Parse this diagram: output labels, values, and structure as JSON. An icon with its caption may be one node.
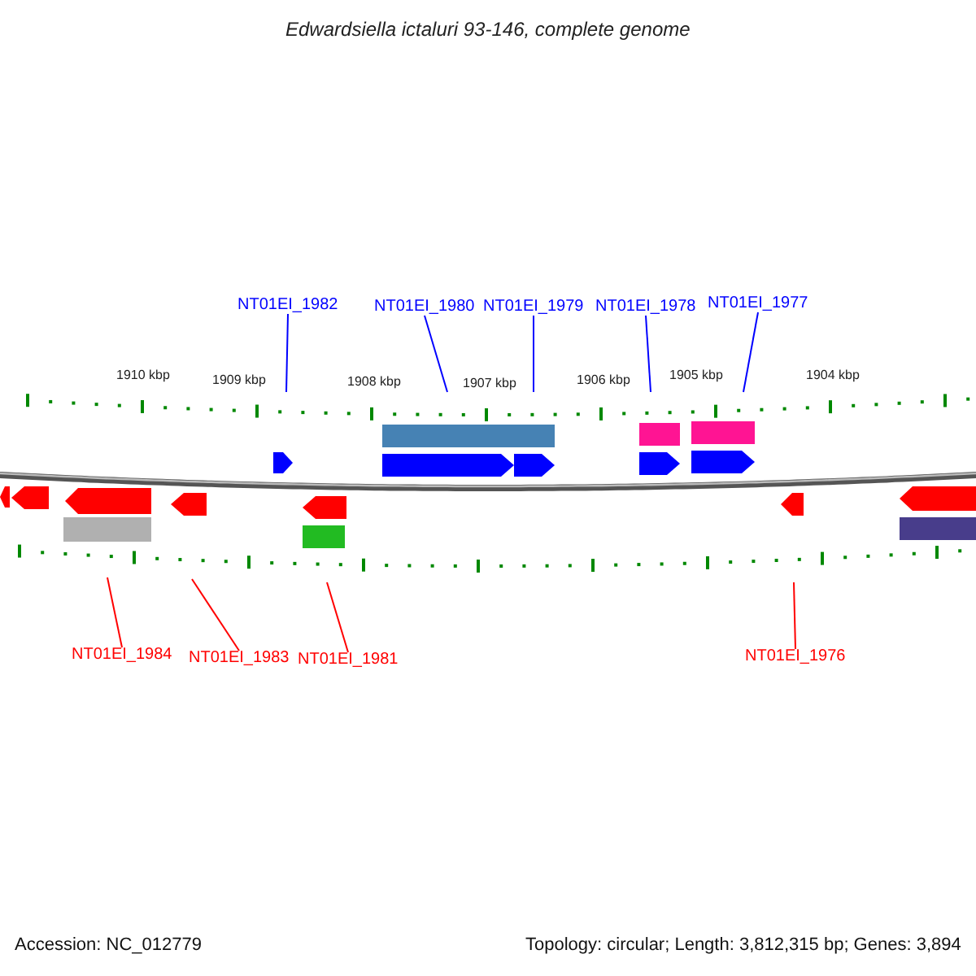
{
  "diagram": {
    "title": "Edwardsiella ictaluri 93-146, complete genome",
    "nodes": [
      {
        "text": [
          "NT01EI_1982"
        ]
      },
      {
        "text": [
          "NT01EI_1980"
        ]
      },
      {
        "text": [
          "NT01EI_1979"
        ]
      },
      {
        "text": [
          "NT01EI_1978"
        ]
      },
      {
        "text": [
          "NT01EI_1977"
        ]
      },
      {
        "text": [
          "NT01EI_1984"
        ]
      },
      {
        "text": [
          "NT01EI_1983"
        ]
      },
      {
        "text": [
          "NT01EI_1981"
        ]
      },
      {
        "text": [
          "NT01EI_1976"
        ]
      }
    ],
    "edges": [
      {
        "from": 0,
        "to": null,
        "arrow": "none"
      },
      {
        "from": 1,
        "to": null,
        "arrow": "none"
      },
      {
        "from": 2,
        "to": null,
        "arrow": "none"
      },
      {
        "from": 3,
        "to": null,
        "arrow": "none"
      },
      {
        "from": 4,
        "to": null,
        "arrow": "none"
      },
      {
        "from": 5,
        "to": null,
        "arrow": "none",
        "color": "#ff0000"
      },
      {
        "from": 6,
        "to": null,
        "arrow": "none",
        "color": "#ff0000"
      },
      {
        "from": 7,
        "to": null,
        "arrow": "none",
        "color": "#ff0000"
      },
      {
        "from": 8,
        "to": null,
        "arrow": "none",
        "color": "#ff0000"
      }
    ],
    "labels": [
      "1910 kbp",
      "1909 kbp",
      "1908 kbp",
      "1907 kbp",
      "1906 kbp",
      "1905 kbp",
      "1904 kbp",
      "Accession: NC_012779",
      "Topology: circular; Length: 3,812,315 bp; Genes: 3,894"
    ]
  }
}
